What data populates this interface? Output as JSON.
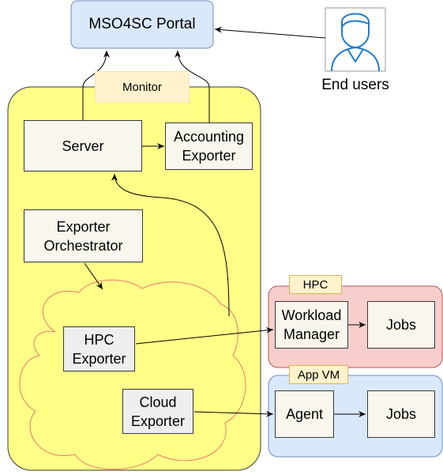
{
  "portal": {
    "label": "MSO4SC Portal"
  },
  "end_users": {
    "label": "End users"
  },
  "monitor": {
    "tag": "Monitor",
    "server": "Server",
    "accounting_exporter": "Accounting\nExporter",
    "exporter_orchestrator": "Exporter\nOrchestrator",
    "hpc_exporter": "HPC\nExporter",
    "cloud_exporter": "Cloud\nExporter"
  },
  "hpc": {
    "tag": "HPC",
    "workload_manager": "Workload\nManager",
    "jobs": "Jobs"
  },
  "app_vm": {
    "tag": "App VM",
    "agent": "Agent",
    "jobs": "Jobs"
  },
  "colors": {
    "portal_fill": "#dae8fc",
    "portal_stroke": "#6c8ebf",
    "monitor_fill": "#ffff88",
    "monitor_stroke": "#36393d",
    "tag_fill": "#fff2cc",
    "tag_stroke": "#d6b656",
    "hpc_fill": "#f8cecc",
    "hpc_stroke": "#b85450",
    "vm_fill": "#dae8fc",
    "vm_stroke": "#6c8ebf",
    "cloud_stroke": "#ea6b66",
    "box_fill": "#f9f7ed",
    "exporter_fill": "#eeeeee"
  }
}
